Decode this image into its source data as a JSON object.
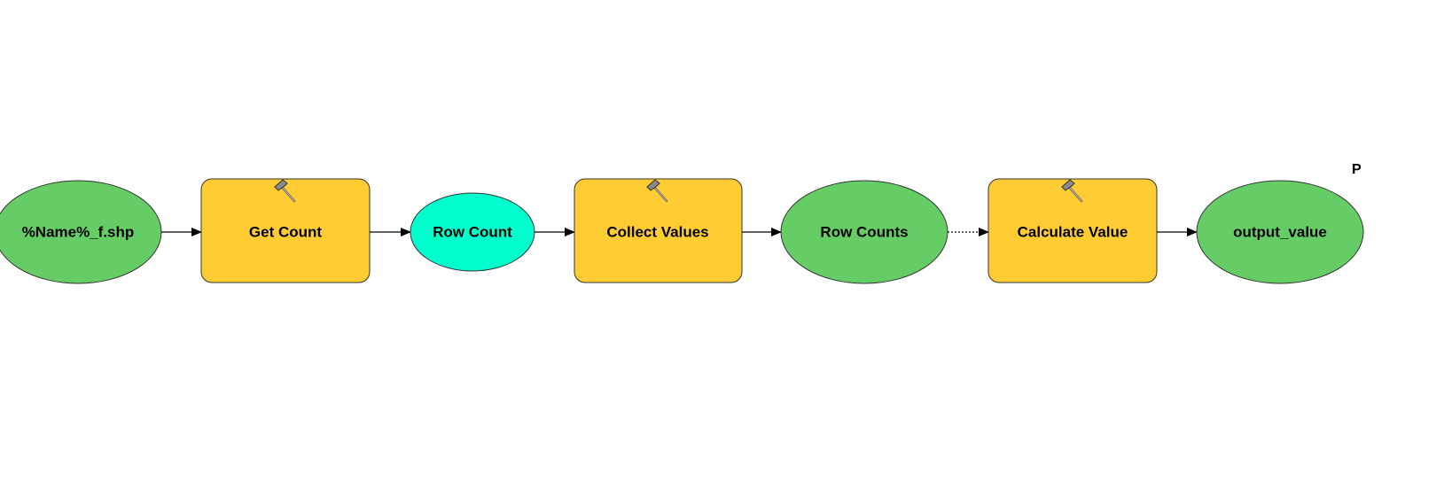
{
  "colors": {
    "input_data": "#66cc66",
    "tool": "#ffcc33",
    "derived_value": "#00ffcc",
    "output_data": "#66cc66",
    "stroke": "#000000"
  },
  "nodes": {
    "input": {
      "label": "%Name%_f.shp"
    },
    "get_count": {
      "label": "Get Count",
      "icon": "hammer-icon"
    },
    "row_count": {
      "label": "Row Count"
    },
    "collect_values": {
      "label": "Collect Values",
      "icon": "hammer-icon"
    },
    "row_counts": {
      "label": "Row Counts"
    },
    "calculate_value": {
      "label": "Calculate Value",
      "icon": "hammer-icon"
    },
    "output": {
      "label": "output_value",
      "parameter_flag": "P"
    }
  },
  "connections": [
    {
      "from": "input",
      "to": "get_count",
      "style": "solid"
    },
    {
      "from": "get_count",
      "to": "row_count",
      "style": "solid"
    },
    {
      "from": "row_count",
      "to": "collect_values",
      "style": "solid"
    },
    {
      "from": "collect_values",
      "to": "row_counts",
      "style": "solid"
    },
    {
      "from": "row_counts",
      "to": "calculate_value",
      "style": "dotted"
    },
    {
      "from": "calculate_value",
      "to": "output",
      "style": "solid"
    }
  ]
}
